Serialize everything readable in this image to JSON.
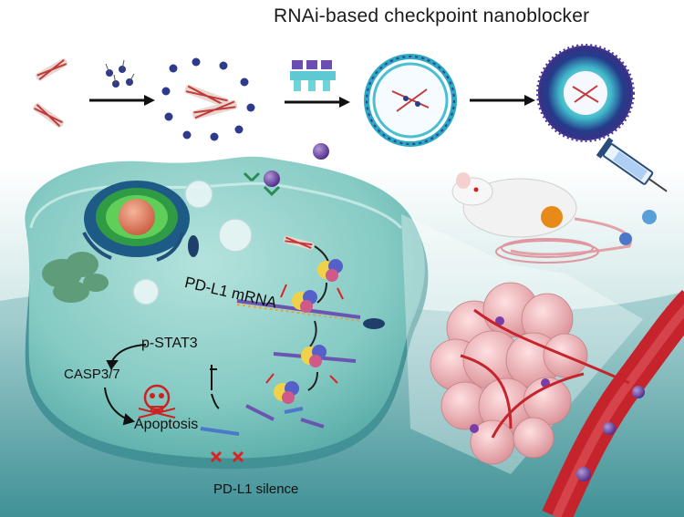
{
  "title": "RNAi-based checkpoint nanoblocker",
  "labels": {
    "pdl1_mrna": "PD-L1 mRNA",
    "p_stat3": "p-STAT3",
    "casp": "CASP3/7",
    "apoptosis": "Apoptosis",
    "pdl1_silence": "PD-L1 silence"
  },
  "colors": {
    "cell_body": "#7fc9c4",
    "cell_top": "#a9dcd6",
    "background_lower": "#3e8f94",
    "nanoparticle": "#3a2f85",
    "tumor": "#f2b8bb",
    "vessel": "#c6242c",
    "mouse": "#f4f4f4",
    "nucleus": "#e07a5f"
  },
  "icons": {
    "skull": "skull-icon",
    "blocked": "cross-icon",
    "syringe": "syringe-icon"
  }
}
